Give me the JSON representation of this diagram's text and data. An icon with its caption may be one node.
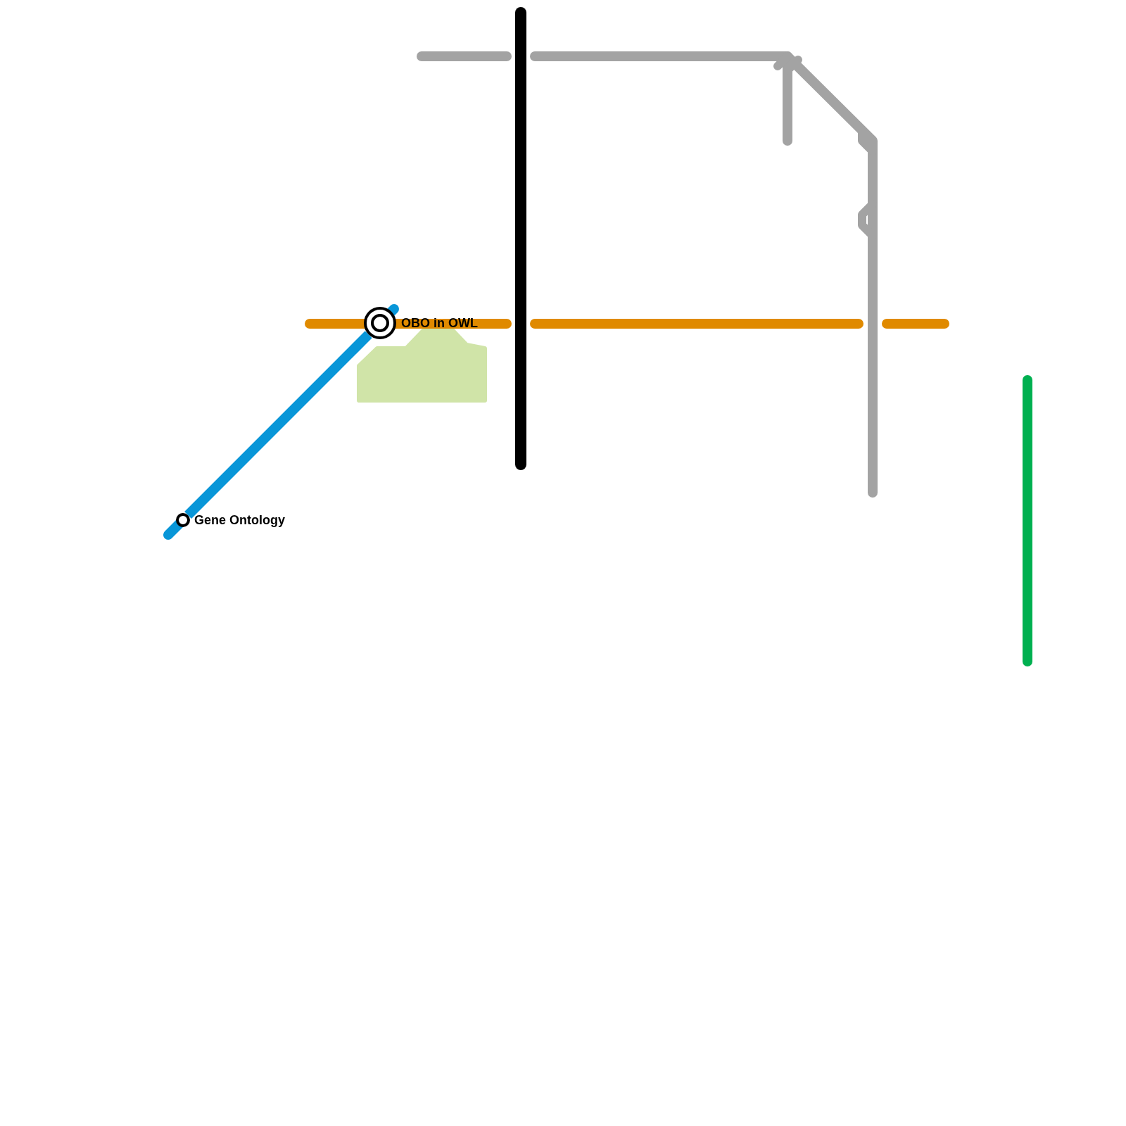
{
  "diagram": {
    "nodes": [
      {
        "text": [],
        "shape": "circle",
        "beside": [
          "Gene Ontology"
        ]
      },
      {
        "text": [],
        "shape": "circle",
        "beside": [
          "OBO in OWL"
        ]
      }
    ],
    "edges": [
      {
        "from": 0,
        "to": 1,
        "arrow": "none"
      }
    ]
  }
}
